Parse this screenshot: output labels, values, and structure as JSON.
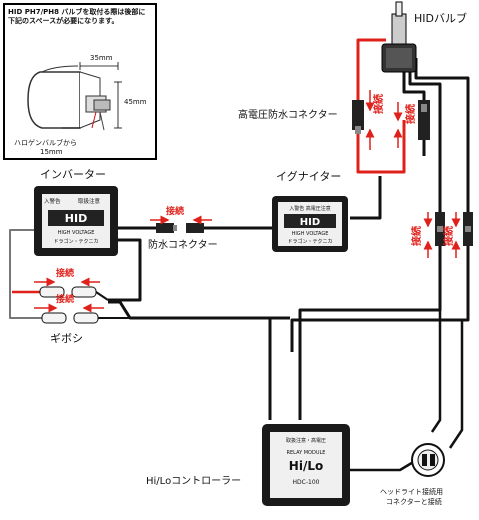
{
  "inset": {
    "note_line1": "HID PH7/PH8 バルブを取付る際は後部に",
    "note_line2": "下記のスペースが必要になります。",
    "dim_width": "35mm",
    "dim_height": "45mm",
    "dim_offset_line1": "ハロゲンバルブから",
    "dim_offset_line2": "15mm"
  },
  "labels": {
    "hid_bulb": "HIDバルブ",
    "hv_connector": "高電圧防水コネクター",
    "inverter": "インバーター",
    "igniter": "イグナイター",
    "waterproof_connector": "防水コネクター",
    "gibosi": "ギボシ",
    "controller": "Hi/Loコントローラー",
    "headlight_line1": "ヘッドライト接続用",
    "headlight_line2": "コネクターと接続"
  },
  "connect_label": "接続",
  "devices": {
    "inverter_top_a": "入警告",
    "inverter_top_b": "取扱注意",
    "inverter_logo": "HID",
    "inverter_bottom": "HIGH VOLTAGE",
    "inverter_maker": "ドラゴン・テクニカ",
    "igniter_top": "入警告 高電圧注意",
    "igniter_logo": "HID",
    "igniter_bottom": "HIGH VOLTAGE",
    "igniter_maker": "ドラゴン・テクニカ",
    "controller_top": "取扱注意・高電圧",
    "controller_mid": "RELAY MODULE",
    "controller_logo": "Hi/Lo",
    "controller_model": "HDC-100"
  },
  "colors": {
    "wire_black": "#111111",
    "wire_red": "#e0201a",
    "wire_white": "#f4f4f4",
    "arrow_red": "#e0201a",
    "device_body": "#1a1a1a"
  }
}
